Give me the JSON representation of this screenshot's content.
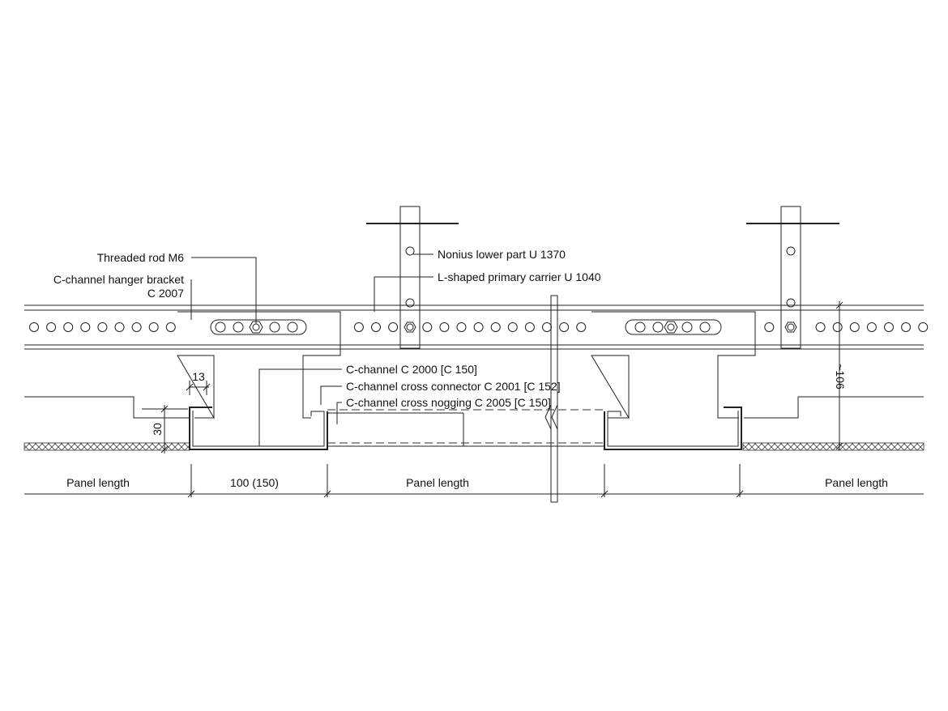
{
  "labels": {
    "threaded_rod": "Threaded rod M6",
    "hanger_bracket_1": "C-channel hanger bracket",
    "hanger_bracket_2": "C 2007",
    "nonius": "Nonius lower part U 1370",
    "primary_carrier": "L-shaped primary carrier U 1040",
    "c_channel": "C-channel C 2000 [C 150]",
    "cross_connector": "C-channel cross connector C 2001 [C 152]",
    "cross_nogging": "C-channel cross nogging C 2005 [C 150]"
  },
  "dimensions": {
    "flange_width": "13",
    "height_30": "30",
    "height_106": "~106",
    "panel_length_left": "Panel length",
    "gap": "100 (150)",
    "panel_length_mid": "Panel length",
    "panel_length_right": "Panel length"
  }
}
